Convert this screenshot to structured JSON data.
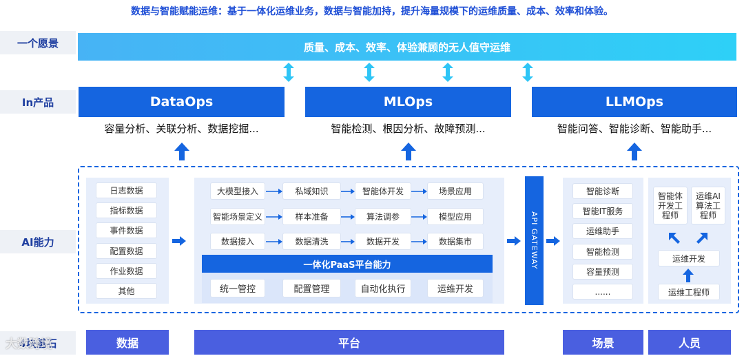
{
  "headline": "数据与智能赋能运维：基于一体化运维业务，数据与智能加持，提升海量规模下的运维质量、成本、效率和体验。",
  "row_labels": {
    "vision": "一个愿景",
    "product": "In产品",
    "ai": "AI能力",
    "base": "4块基石"
  },
  "vision": "质量、成本、效率、体验兼顾的无人值守运维",
  "products": [
    {
      "name": "DataOps",
      "desc": "容量分析、关联分析、数据挖掘..."
    },
    {
      "name": "MLOps",
      "desc": "智能检测、根因分析、故障预测..."
    },
    {
      "name": "LLMOps",
      "desc": "智能问答、智能诊断、智能助手..."
    }
  ],
  "data_items": [
    "日志数据",
    "指标数据",
    "事件数据",
    "配置数据",
    "作业数据",
    "其他"
  ],
  "flow_rows": [
    [
      "大模型接入",
      "私域知识",
      "智能体开发",
      "场景应用"
    ],
    [
      "智能场景定义",
      "样本准备",
      "算法调参",
      "模型应用"
    ],
    [
      "数据接入",
      "数据清洗",
      "数据开发",
      "数据集市"
    ]
  ],
  "paas": {
    "title": "一体化PaaS平台能力",
    "items": [
      "统一管控",
      "配置管理",
      "自动化执行",
      "运维开发"
    ]
  },
  "gateway": "API GATEWAY",
  "scenes": [
    "智能诊断",
    "智能IT服务",
    "运维助手",
    "智能检测",
    "容量预测",
    "......"
  ],
  "people": {
    "agent_dev": "智能体开发工程师",
    "ai_algo": "运维AI算法工程师",
    "ops_dev": "运维开发",
    "ops_eng": "运维工程师"
  },
  "base": [
    "数据",
    "平台",
    "场景",
    "人员"
  ],
  "watermark": "大数跨境",
  "colors": {
    "primary": "#1565e0",
    "vision": "#2ec5f6",
    "base": "#4a5fe0",
    "panel": "#e7eefb",
    "heading": "#1f4fd6"
  }
}
